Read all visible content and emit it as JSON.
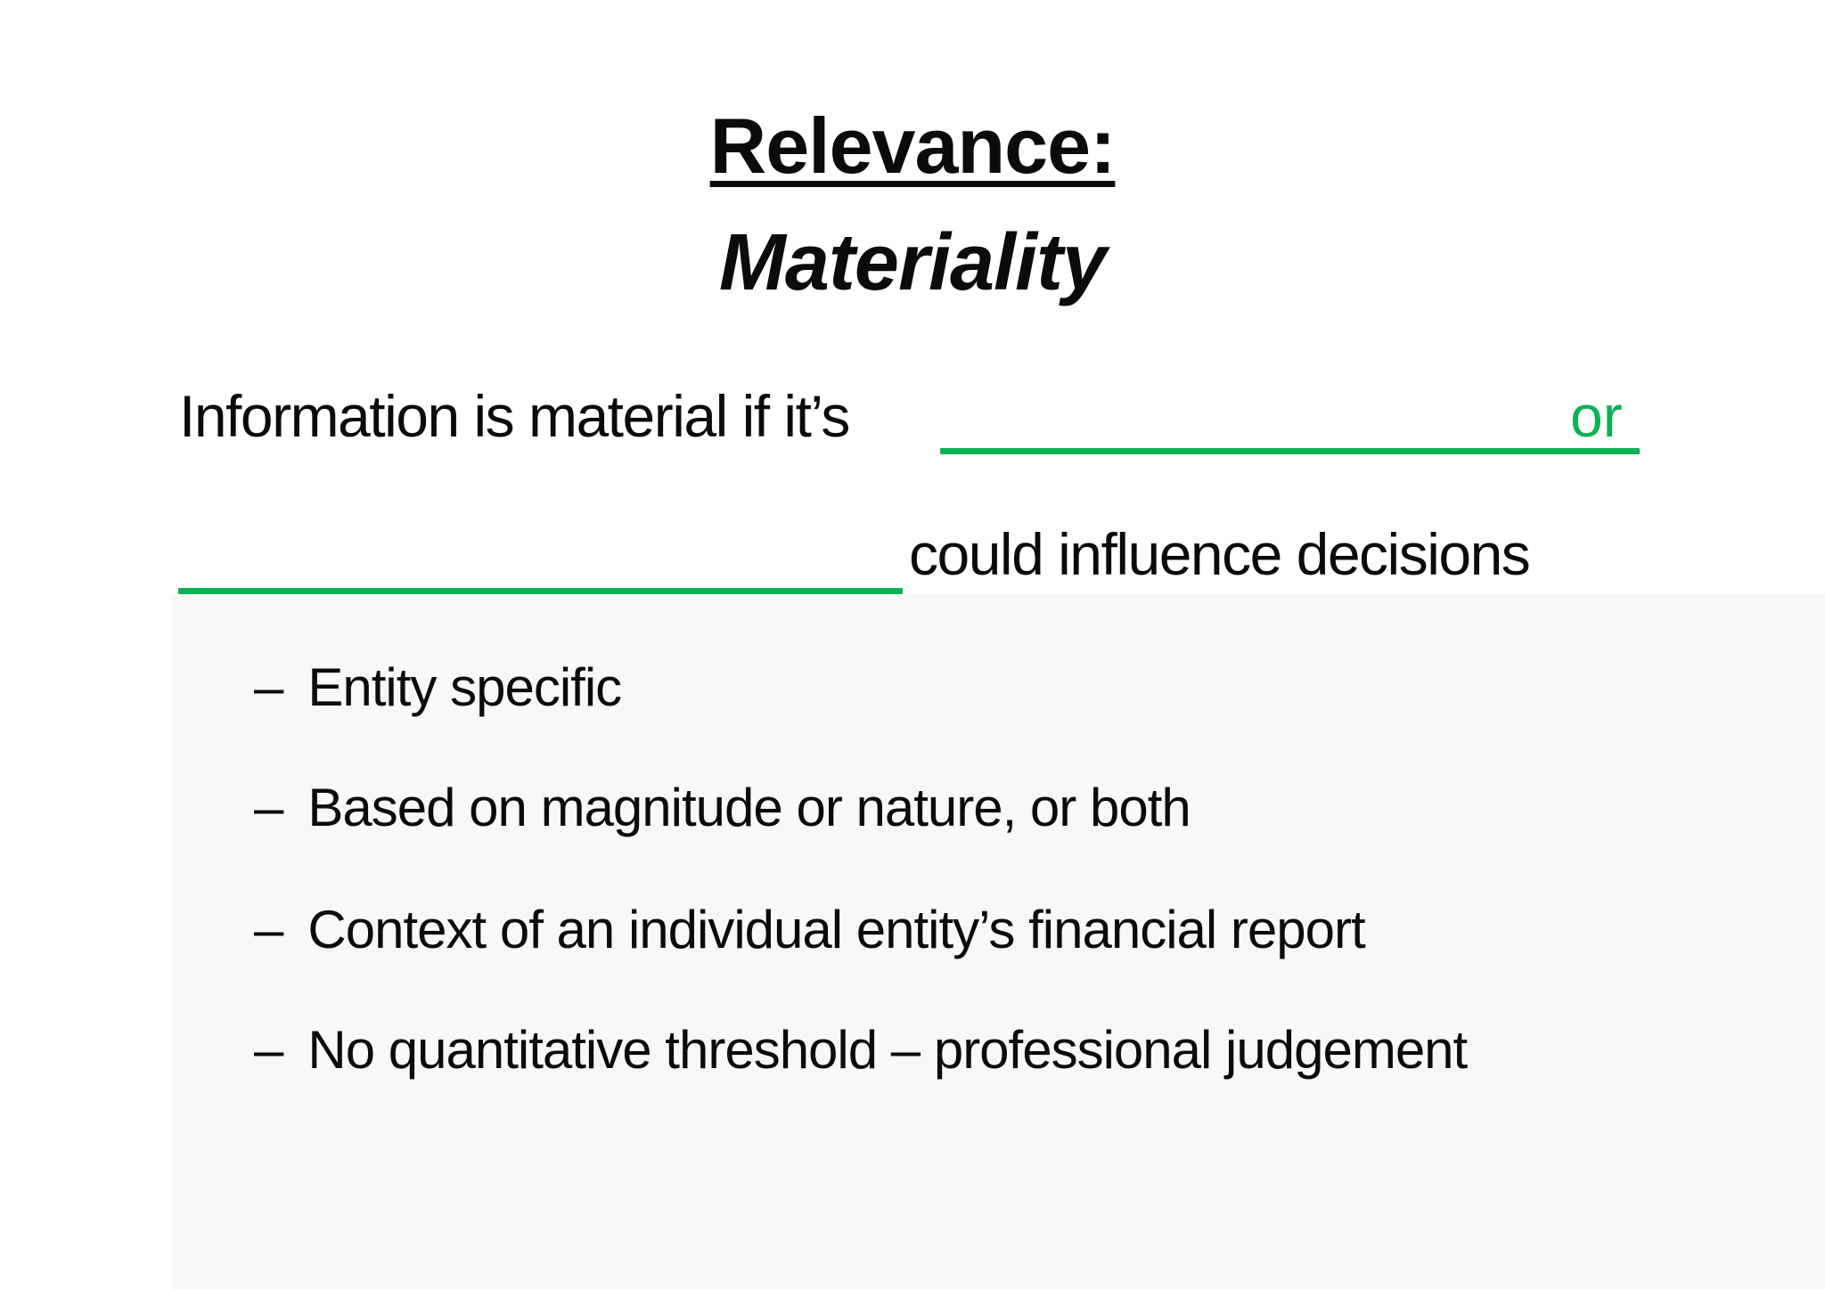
{
  "slide": {
    "title": {
      "line1": "Relevance:",
      "line2": "Materiality"
    },
    "statement": {
      "prefix": "Information is material if it’s",
      "connector": "or",
      "suffix": "could influence decisions",
      "blank_count": 2
    },
    "bullets": [
      {
        "marker": "–",
        "text": "Entity specific"
      },
      {
        "marker": "–",
        "text": "Based on magnitude or nature, or both"
      },
      {
        "marker": "–",
        "text": "Context of an individual entity’s financial report"
      },
      {
        "marker": "–",
        "text": "No quantitative threshold – professional judgement"
      }
    ],
    "colors": {
      "accent_green": "#10B155",
      "text": "#0B0B0B",
      "panel_gray": "#F7F8F8",
      "background": "#FFFFFF"
    }
  }
}
